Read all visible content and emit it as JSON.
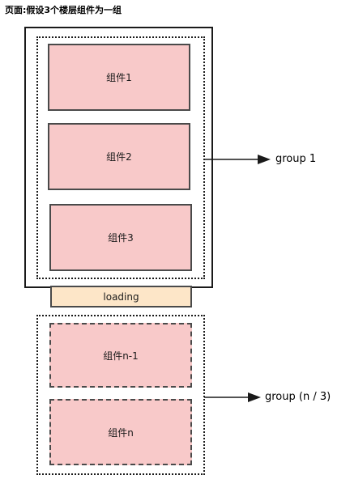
{
  "diagram": {
    "title": "页面:假设3个楼层组件为一组",
    "loading_label": "loading",
    "groups": [
      {
        "label": "group 1",
        "components": [
          "组件1",
          "组件2",
          "组件3"
        ]
      },
      {
        "label": "group (n / 3)",
        "components": [
          "组件n-1",
          "组件n"
        ]
      }
    ],
    "colors": {
      "component_fill": "#f8c9c9",
      "loading_fill": "#fde6c8",
      "stroke": "#1a1a1a"
    }
  }
}
